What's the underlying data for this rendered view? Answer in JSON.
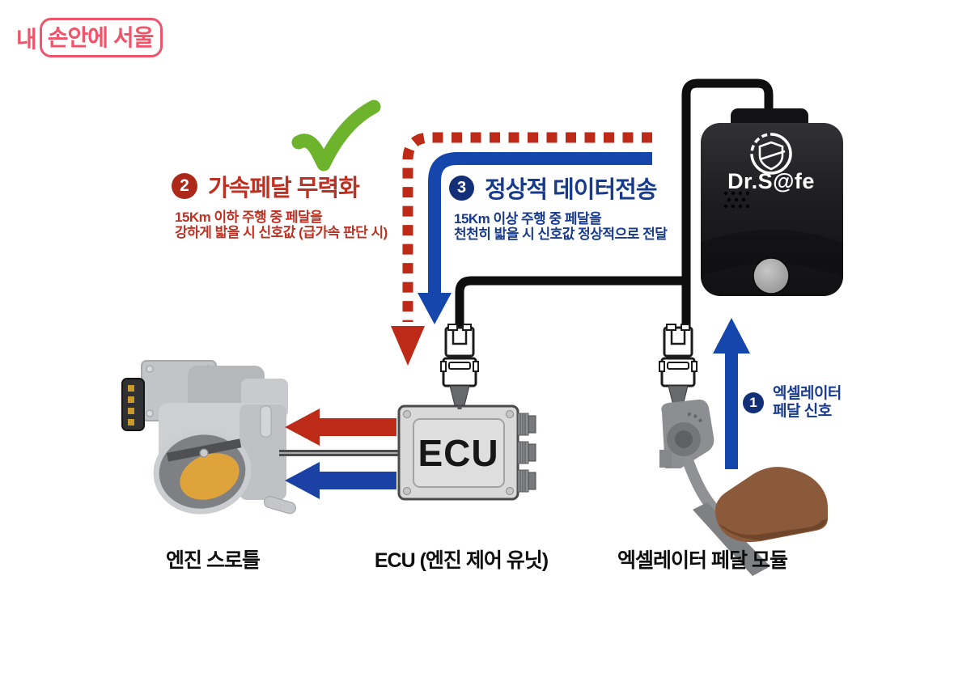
{
  "logo": {
    "prefix": "내",
    "boxed": "손안에 서울"
  },
  "steps": {
    "step1": {
      "number": "1",
      "label_line1": "엑셀레이터",
      "label_line2": "페달 신호"
    },
    "step2": {
      "number": "2",
      "title": "가속페달 무력화",
      "desc_line1": "15Km 이하 주행 중 페달을",
      "desc_line2": "강하게 밟을 시 신호값 (급가속 판단 시)"
    },
    "step3": {
      "number": "3",
      "title": "정상적 데이터전송",
      "desc_line1": "15Km 이상 주행 중 페달을",
      "desc_line2": "천천히 밟을 시 신호값 정상적으로 전달"
    }
  },
  "device": {
    "brand": "Dr.S@fe"
  },
  "ecu": {
    "label": "ECU"
  },
  "captions": {
    "throttle": "엔진 스로틀",
    "ecu": "ECU (엔진 제어 유닛)",
    "pedal": "엑셀레이터 페달 모듈"
  },
  "colors": {
    "red": "#BE3122",
    "red_arrow": "#BD2B18",
    "blue": "#1546AC",
    "navy_text": "#173A8C",
    "green_check": "#6DB32B",
    "logo_pink": "#F0546A",
    "device_black": "#1C1C1F",
    "ecu_gray": "#D9D9D9",
    "shoe_brown": "#8A5A3B"
  }
}
